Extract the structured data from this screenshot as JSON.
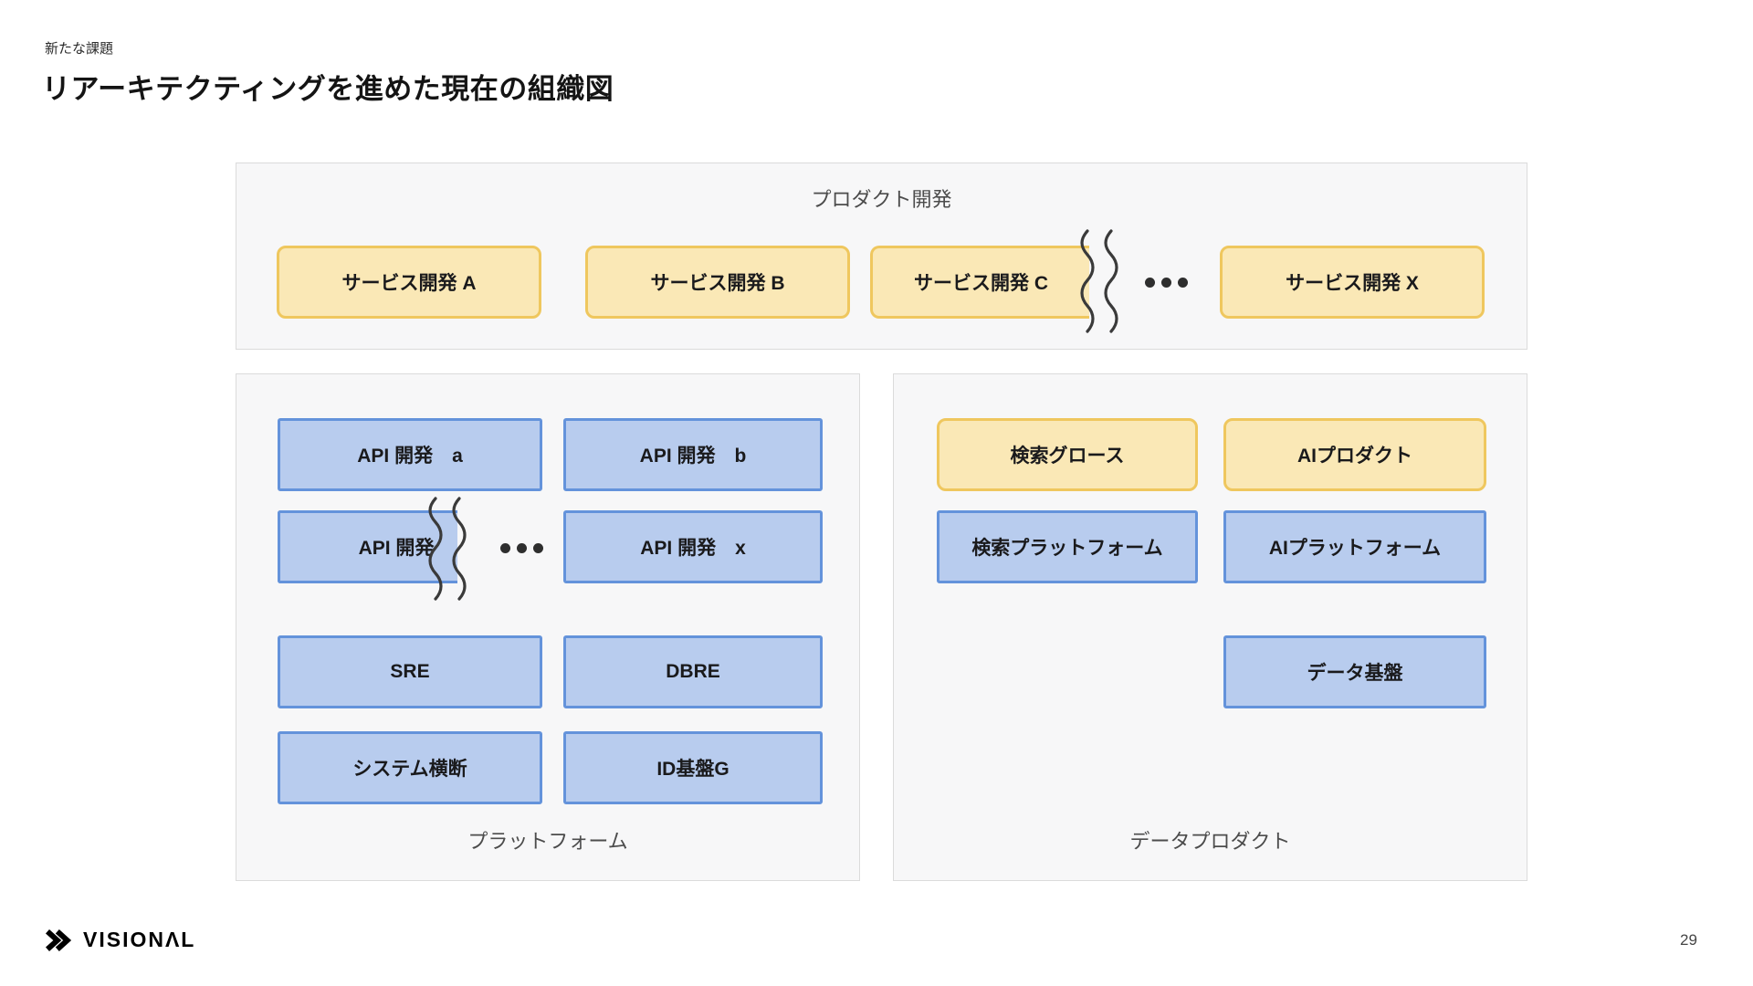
{
  "slide": {
    "eyebrow": "新たな課題",
    "title": "リアーキテクティングを進めた現在の組織図",
    "page_number": "29",
    "logo_text": "VISIONΛL"
  },
  "product_dev": {
    "label": "プロダクト開発",
    "service_a": "サービス開発 A",
    "service_b": "サービス開発 B",
    "service_c": "サービス開発 C",
    "service_x": "サービス開発 X"
  },
  "platform": {
    "label": "プラットフォーム",
    "api_a": "API 開発　a",
    "api_b": "API 開発　b",
    "api_torn": "API 開発",
    "api_x": "API 開発　x",
    "sre": "SRE",
    "dbre": "DBRE",
    "system_cross": "システム横断",
    "id_group": "ID基盤G"
  },
  "data_product": {
    "label": "データプロダクト",
    "search_growth": "検索グロース",
    "ai_product": "AIプロダクト",
    "search_platform": "検索プラットフォーム",
    "ai_platform": "AIプラットフォーム",
    "data_infra": "データ基盤"
  },
  "icons": {
    "ellipsis_dots": "•••",
    "tear_squiggle": "wavy-lines",
    "logo_chevrons": "»"
  },
  "colors": {
    "yellow_fill": "#FAE8B6",
    "yellow_border": "#EFC75E",
    "blue_fill": "#B8CCEE",
    "blue_border": "#6493DB",
    "panel_bg": "#F7F7F8",
    "panel_border": "#DBDBDB",
    "text_dark": "#1A1A1C",
    "label_gray": "#4C4C4C",
    "squiggle": "#3A3A3A",
    "dot": "#2E2E2E"
  }
}
